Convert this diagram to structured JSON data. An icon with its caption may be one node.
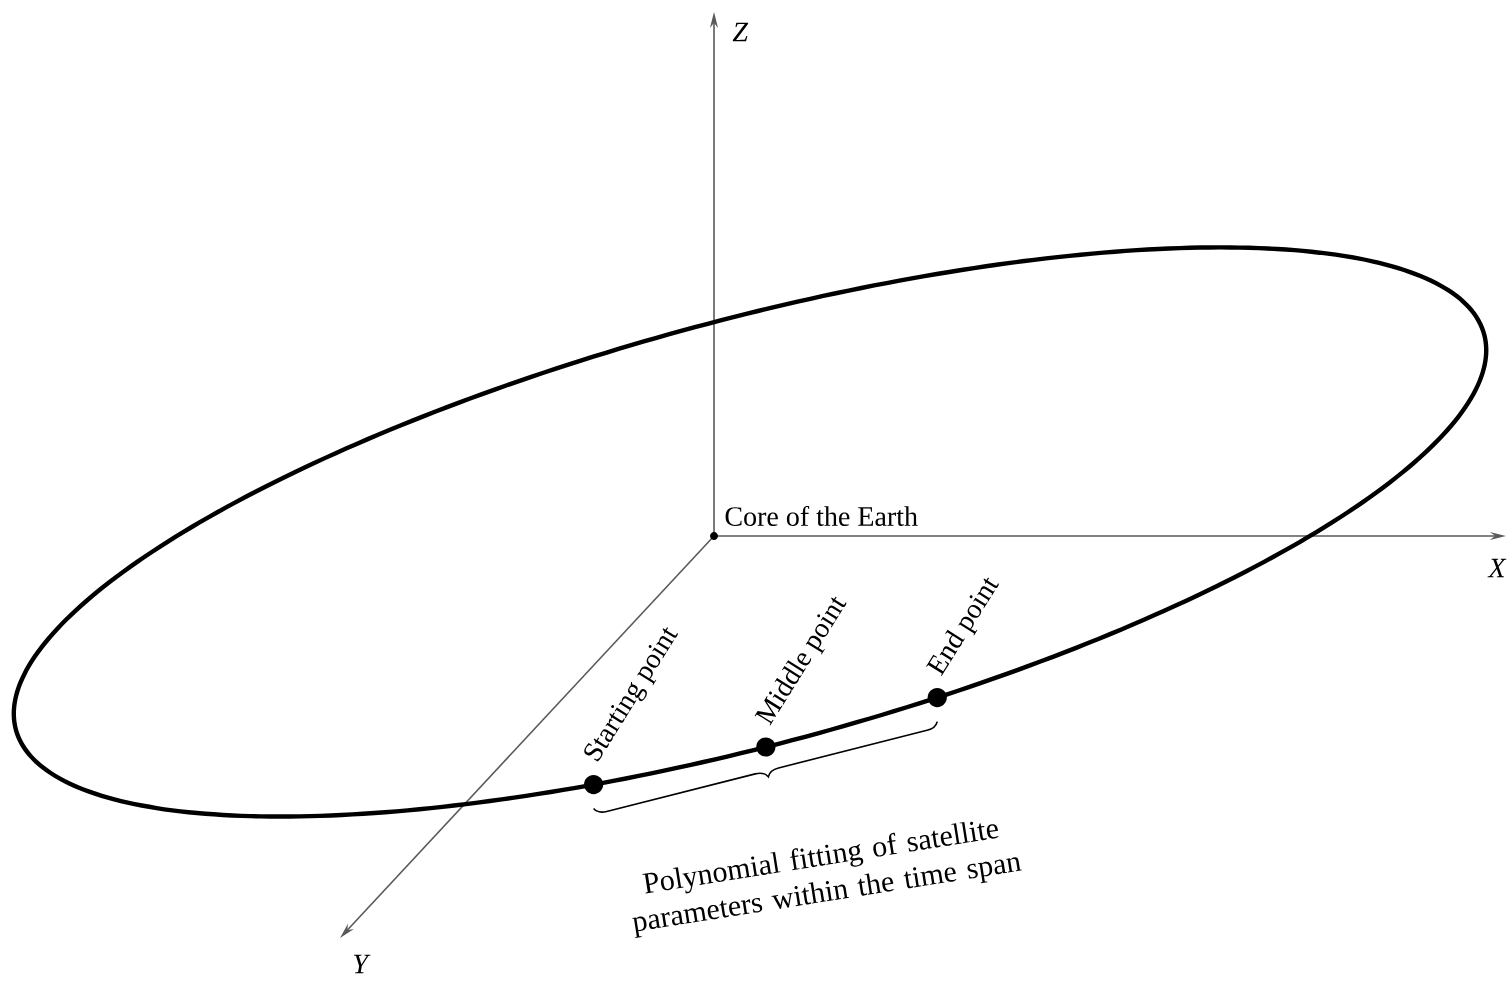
{
  "diagram": {
    "labels": [
      "Z",
      "Core of the Earth",
      "X",
      "Starting point",
      "Middle point",
      "End point",
      "Polynomial fitting of satellite parameters within the time span",
      "Y"
    ]
  }
}
